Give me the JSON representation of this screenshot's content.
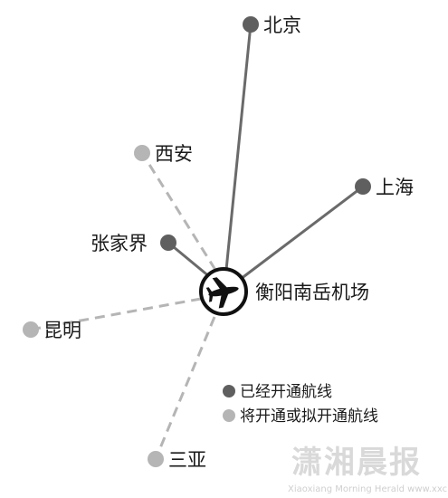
{
  "hub": {
    "name": "衡阳南岳机场",
    "icon": "airplane-icon"
  },
  "routes": [
    {
      "id": "beijing",
      "city": "北京",
      "status": "open"
    },
    {
      "id": "shanghai",
      "city": "上海",
      "status": "open"
    },
    {
      "id": "zhangjiajie",
      "city": "张家界",
      "status": "open"
    },
    {
      "id": "xian",
      "city": "西安",
      "status": "planned"
    },
    {
      "id": "kunming",
      "city": "昆明",
      "status": "planned"
    },
    {
      "id": "sanya",
      "city": "三亚",
      "status": "planned"
    }
  ],
  "legend": {
    "open": "已经开通航线",
    "planned": "将开通或拟开通航线"
  },
  "colors": {
    "open": "#5f5f5f",
    "planned": "#b5b5b5",
    "hub_ring": "#111111"
  },
  "watermark": {
    "main": "潇湘晨报",
    "sub": "Xiaoxiang Morning Herald  www.xxcb.cn"
  }
}
